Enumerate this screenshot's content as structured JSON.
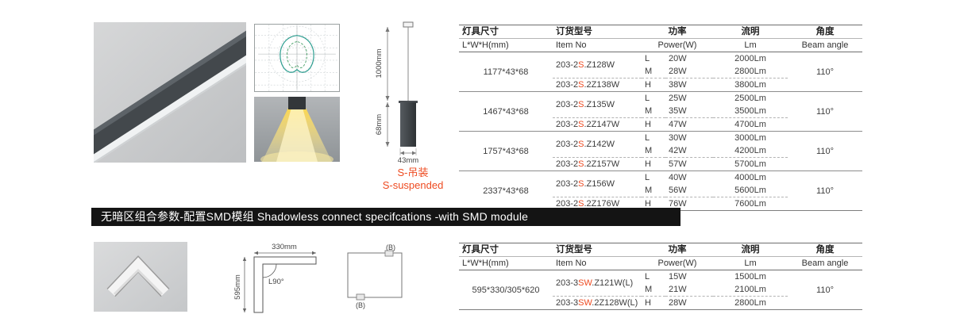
{
  "colors": {
    "accent": "#ee4b21",
    "banner_bg": "#141414"
  },
  "top": {
    "suspension": {
      "dim_total": "1000mm",
      "dim_body": "68mm",
      "dim_width": "43mm",
      "label_cn": "S-吊装",
      "label_en": "S-suspended"
    },
    "table": {
      "header": {
        "size_cn": "灯具尺寸",
        "size_en": "L*W*H(mm)",
        "item_cn": "订货型号",
        "item_en": "Item No",
        "power_cn": "功率",
        "power_en": "Power(W)",
        "lumen_cn": "流明",
        "lumen_en": "Lm",
        "angle_cn": "角度",
        "angle_en": "Beam angle"
      },
      "groups": [
        {
          "size": "1177*43*68",
          "item1": {
            "pre": "203-2",
            "accent": "S",
            "post": ".Z128W"
          },
          "item2": {
            "pre": "203-2",
            "accent": "S",
            "post": ".2Z138W"
          },
          "r1": {
            "mode": "L",
            "power": "20W",
            "lumen": "2000Lm"
          },
          "r2": {
            "mode": "M",
            "power": "28W",
            "lumen": "2800Lm"
          },
          "r3": {
            "mode": "H",
            "power": "38W",
            "lumen": "3800Lm"
          },
          "angle": "110°"
        },
        {
          "size": "1467*43*68",
          "item1": {
            "pre": "203-2",
            "accent": "S",
            "post": ".Z135W"
          },
          "item2": {
            "pre": "203-2",
            "accent": "S",
            "post": ".2Z147W"
          },
          "r1": {
            "mode": "L",
            "power": "25W",
            "lumen": "2500Lm"
          },
          "r2": {
            "mode": "M",
            "power": "35W",
            "lumen": "3500Lm"
          },
          "r3": {
            "mode": "H",
            "power": "47W",
            "lumen": "4700Lm"
          },
          "angle": "110°"
        },
        {
          "size": "1757*43*68",
          "item1": {
            "pre": "203-2",
            "accent": "S",
            "post": ".Z142W"
          },
          "item2": {
            "pre": "203-2",
            "accent": "S",
            "post": ".2Z157W"
          },
          "r1": {
            "mode": "L",
            "power": "30W",
            "lumen": "3000Lm"
          },
          "r2": {
            "mode": "M",
            "power": "42W",
            "lumen": "4200Lm"
          },
          "r3": {
            "mode": "H",
            "power": "57W",
            "lumen": "5700Lm"
          },
          "angle": "110°"
        },
        {
          "size": "2337*43*68",
          "item1": {
            "pre": "203-2",
            "accent": "S",
            "post": ".Z156W"
          },
          "item2": {
            "pre": "203-2",
            "accent": "S",
            "post": ".2Z176W"
          },
          "r1": {
            "mode": "L",
            "power": "40W",
            "lumen": "4000Lm"
          },
          "r2": {
            "mode": "M",
            "power": "56W",
            "lumen": "5600Lm"
          },
          "r3": {
            "mode": "H",
            "power": "76W",
            "lumen": "7600Lm"
          },
          "angle": "110°"
        }
      ]
    }
  },
  "banner": {
    "text": "无暗区组合参数-配置SMD模组 Shadowless connect specifcations -with SMD module"
  },
  "bottom": {
    "drawing": {
      "dim_width": "330mm",
      "dim_height": "595mm",
      "angle_label": "L90°"
    },
    "connector": {
      "label_top": "(B)",
      "label_bottom": "(B)"
    },
    "table": {
      "header": {
        "size_cn": "灯具尺寸",
        "size_en": "L*W*H(mm)",
        "item_cn": "订货型号",
        "item_en": "Item No",
        "power_cn": "功率",
        "power_en": "Power(W)",
        "lumen_cn": "流明",
        "lumen_en": "Lm",
        "angle_cn": "角度",
        "angle_en": "Beam angle"
      },
      "groups": [
        {
          "size": "595*330/305*620",
          "item1": {
            "pre": "203-3",
            "accent": "SW",
            "post": ".Z121W(L)"
          },
          "item2": {
            "pre": "203-3",
            "accent": "SW",
            "post": ".2Z128W(L)"
          },
          "r1": {
            "mode": "L",
            "power": "15W",
            "lumen": "1500Lm"
          },
          "r2": {
            "mode": "M",
            "power": "21W",
            "lumen": "2100Lm"
          },
          "r3": {
            "mode": "H",
            "power": "28W",
            "lumen": "2800Lm"
          },
          "angle": "110°"
        }
      ]
    }
  }
}
